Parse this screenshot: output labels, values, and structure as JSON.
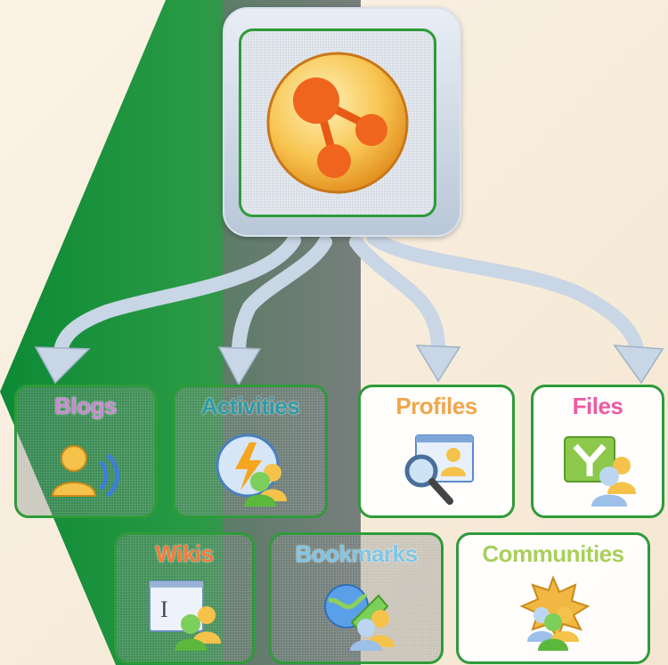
{
  "diagram": {
    "hub": {
      "icon": "connections-hub-icon"
    },
    "colors": {
      "green_band": "#16893a",
      "gray_band": "#6f7676",
      "tile_border": "#2e9b3a",
      "arrow": "#b9c9dc"
    },
    "services": [
      {
        "id": "blogs",
        "label": "Blogs",
        "color": "#c98bd0",
        "icon": "blogs-icon"
      },
      {
        "id": "activities",
        "label": "Activities",
        "color": "#2f9aa8",
        "icon": "activities-icon"
      },
      {
        "id": "profiles",
        "label": "Profiles",
        "color": "#f0a64c",
        "icon": "profiles-icon"
      },
      {
        "id": "files",
        "label": "Files",
        "color": "#ee5aa0",
        "icon": "files-icon"
      },
      {
        "id": "wikis",
        "label": "Wikis",
        "color": "#f47a3a",
        "icon": "wikis-icon"
      },
      {
        "id": "bookmarks",
        "label": "Bookmarks",
        "color": "#7fc6e6",
        "icon": "bookmarks-icon"
      },
      {
        "id": "communities",
        "label": "Communities",
        "color": "#a9cf5a",
        "icon": "communities-icon"
      }
    ]
  }
}
